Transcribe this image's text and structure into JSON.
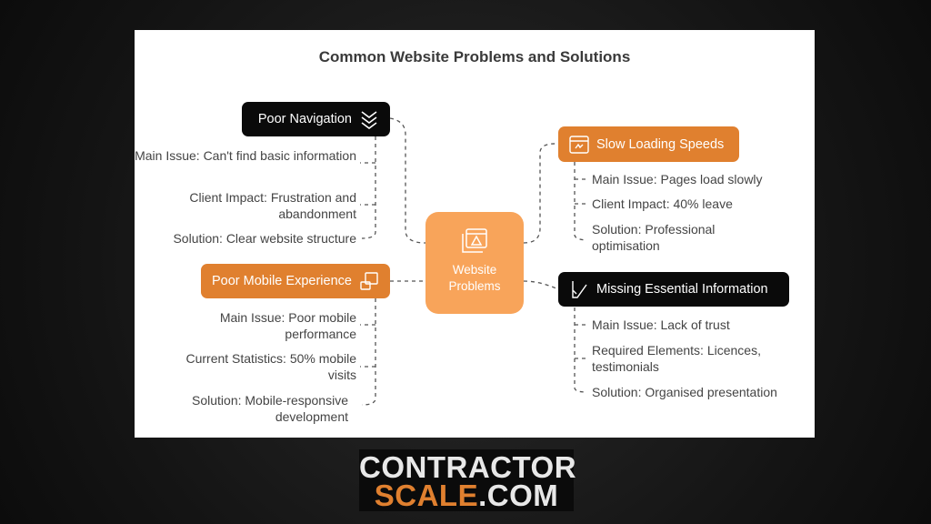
{
  "title": "Common Website Problems and Solutions",
  "center": {
    "line1": "Website",
    "line2": "Problems",
    "icon": "warning-window-icon"
  },
  "branches": [
    {
      "label": "Poor Navigation",
      "icon": "chevrons-down-icon",
      "items": [
        "Main Issue: Can't find basic information",
        "Client Impact: Frustration and abandonment",
        "Solution: Clear website structure"
      ]
    },
    {
      "label": "Poor Mobile Experience",
      "icon": "devices-icon",
      "items": [
        "Main Issue: Poor mobile performance",
        "Current Statistics: 50% mobile visits",
        "Solution: Mobile-responsive development"
      ]
    },
    {
      "label": "Slow Loading Speeds",
      "icon": "browser-speed-icon",
      "items": [
        "Main Issue: Pages load slowly",
        "Client Impact: 40% leave",
        "Solution: Professional optimisation"
      ]
    },
    {
      "label": "Missing Essential Information",
      "icon": "pen-document-icon",
      "items": [
        "Main Issue: Lack of trust",
        "Required Elements: Licences, testimonials",
        "Solution: Organised presentation"
      ]
    }
  ],
  "logo": {
    "line1": "CONTRACTOR",
    "line2_a": "SCALE",
    "line2_b": ".COM"
  },
  "colors": {
    "orange": "#e0802f",
    "center": "#f8a45a",
    "black": "#0a0a0a"
  }
}
